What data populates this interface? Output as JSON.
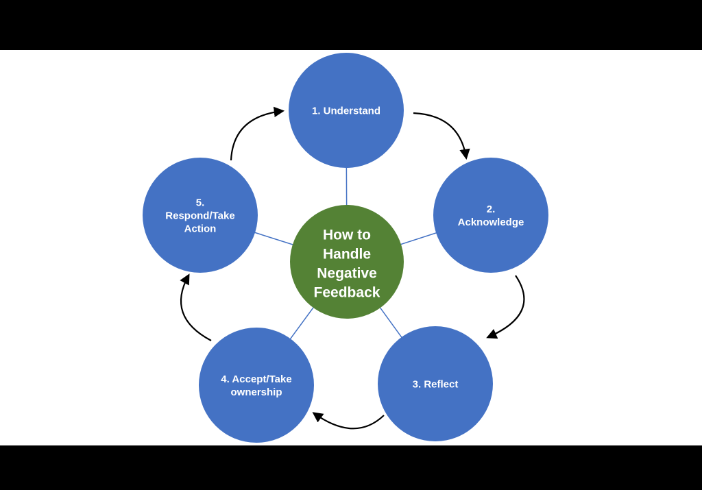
{
  "diagram": {
    "center": {
      "lines": [
        "How to",
        "Handle",
        "Negative",
        "Feedback"
      ],
      "fill": "#548235"
    },
    "steps": [
      {
        "lines": [
          "1. Understand"
        ]
      },
      {
        "lines": [
          "2.",
          "Acknowledge"
        ]
      },
      {
        "lines": [
          "3. Reflect"
        ]
      },
      {
        "lines": [
          "4. Accept/Take",
          "ownership"
        ]
      },
      {
        "lines": [
          "5.",
          "Respond/Take",
          "Action"
        ]
      }
    ],
    "step_fill": "#4472C4",
    "connector_color": "#4472C4",
    "arrow_color": "#000000",
    "background": "#FFFFFF",
    "letterbox": "#000000"
  }
}
